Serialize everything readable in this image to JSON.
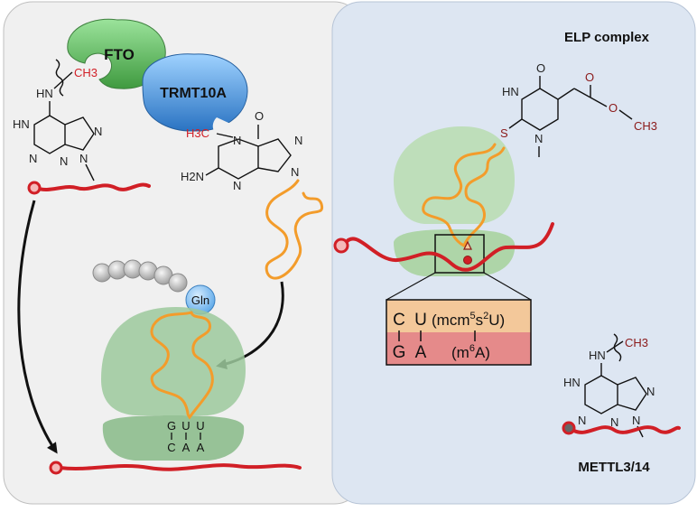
{
  "labels": {
    "fto": "FTO",
    "trmt10a": "TRMT10A",
    "elp_complex": "ELP complex",
    "mettl": "METTL3/14",
    "gln": "Gln"
  },
  "m6a_left": {
    "ch3": "CH3",
    "hn": "HN",
    "hn_ring": "HN",
    "n1": "N",
    "n3": "N",
    "n7": "N",
    "n9": "N"
  },
  "m1g": {
    "h3c": "H3C",
    "o": "O",
    "n1": "N",
    "n3": "N",
    "n7": "N",
    "n9": "N",
    "h2n": "H2N"
  },
  "mcm5s2u": {
    "o1": "O",
    "hn": "HN",
    "s": "S",
    "n": "N",
    "o2": "O",
    "o3": "O",
    "ch3": "CH3"
  },
  "m6a_right": {
    "ch3": "CH3",
    "hn": "HN",
    "hn_ring": "HN",
    "n1": "N",
    "n3": "N",
    "n7": "N",
    "n9": "N"
  },
  "codon_left": {
    "anticodon": [
      "G",
      "U",
      "U"
    ],
    "codon": [
      "C",
      "A",
      "A"
    ]
  },
  "codon_box": {
    "top_bases": [
      "C",
      "U"
    ],
    "top_mod": "(mcm5s2U)",
    "bottom_bases": [
      "G",
      "A"
    ],
    "bottom_mod": "(m6A)"
  },
  "colors": {
    "left_panel": "#f0f0f0",
    "right_panel": "#dde6f2",
    "fto": "#5cb85c",
    "trmt10a": "#3f8fd6",
    "ribosome": "#9cc99c",
    "trna": "#f39c2b",
    "mrna": "#d11f26",
    "methyl_red": "#d11f26",
    "mcm5_dark_red": "#8b1a1a",
    "box_top": "#f3c89a",
    "box_bottom": "#e58a8a"
  }
}
